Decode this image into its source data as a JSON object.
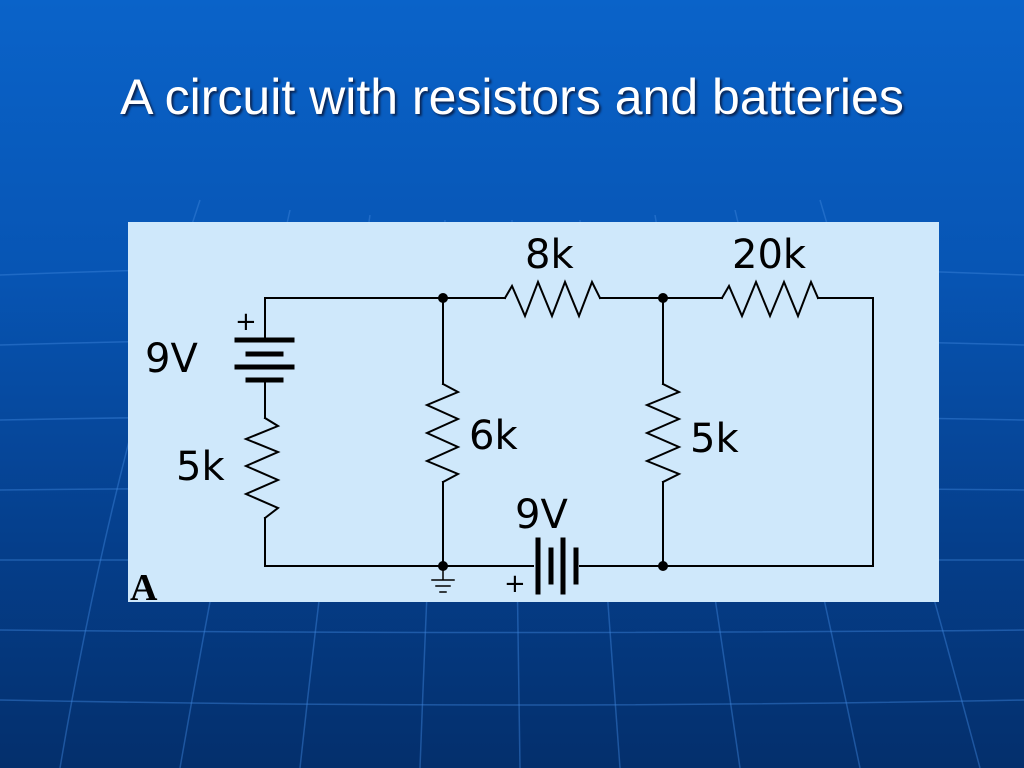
{
  "slide": {
    "title": "A circuit with resistors and batteries"
  },
  "diagram": {
    "corner_label": "A",
    "battery_left": {
      "label": "9V",
      "plus": "+"
    },
    "battery_bottom": {
      "label": "9V",
      "plus": "+"
    },
    "resistors": {
      "left": "5k",
      "top_middle": "8k",
      "top_right": "20k",
      "vertical_middle": "6k",
      "vertical_right": "5k"
    },
    "colors": {
      "panel_background": "#cfe8fb",
      "wire": "#000000",
      "slide_background": "#0755b4",
      "title": "#ffffff"
    }
  }
}
